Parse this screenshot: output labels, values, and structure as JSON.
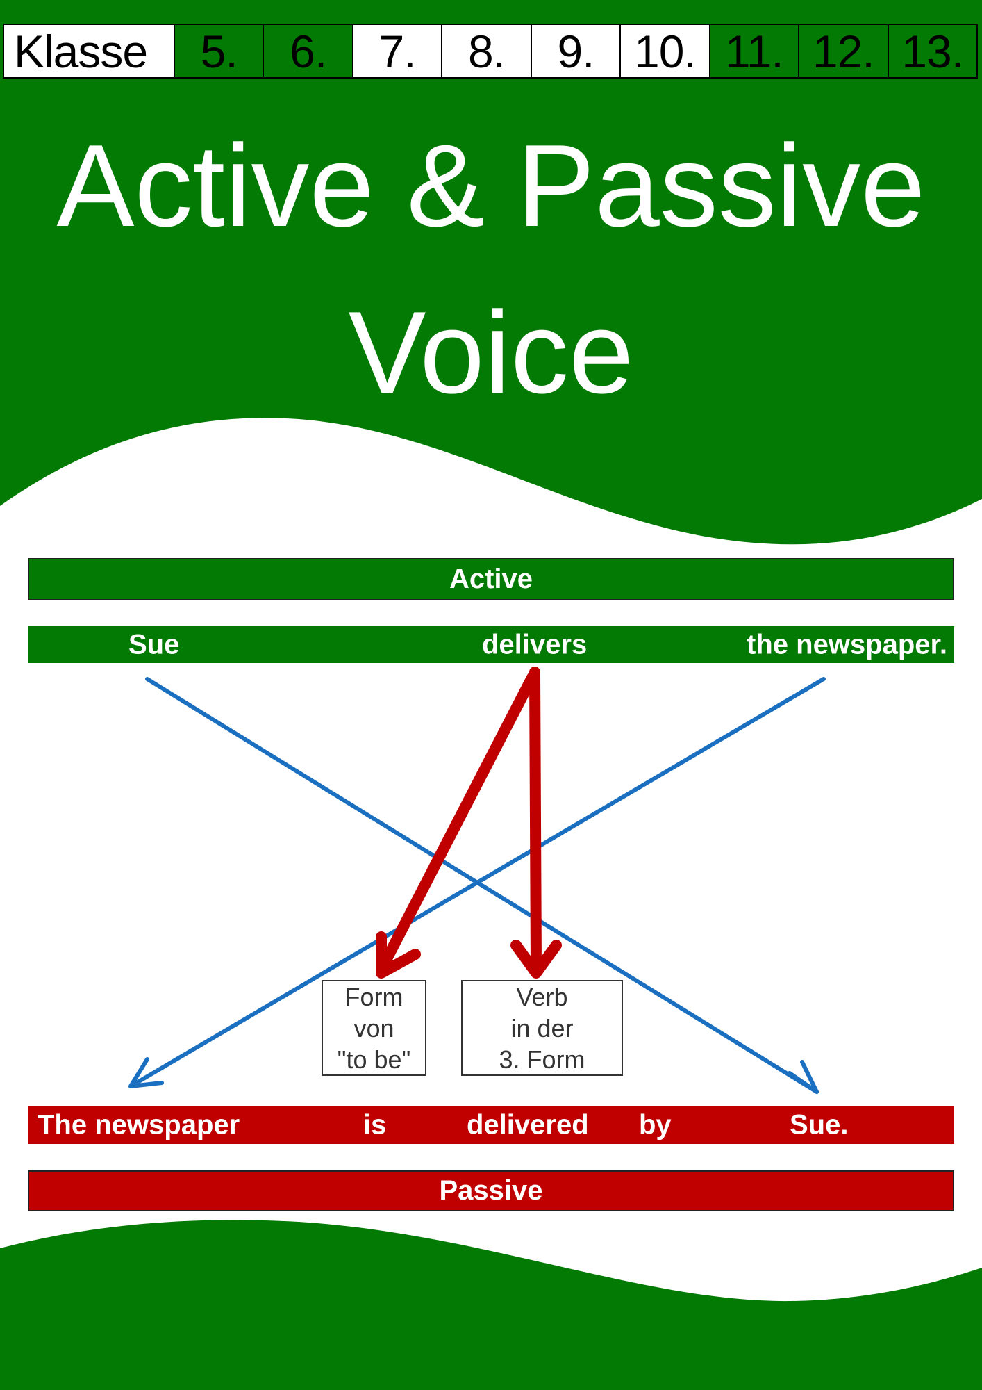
{
  "grade_strip": {
    "label": "Klasse",
    "grades": [
      {
        "text": "5.",
        "highlight": false
      },
      {
        "text": "6.",
        "highlight": false
      },
      {
        "text": "7.",
        "highlight": true
      },
      {
        "text": "8.",
        "highlight": true
      },
      {
        "text": "9.",
        "highlight": true
      },
      {
        "text": "10.",
        "highlight": true
      },
      {
        "text": "11.",
        "highlight": false
      },
      {
        "text": "12.",
        "highlight": false
      },
      {
        "text": "13.",
        "highlight": false
      }
    ]
  },
  "title": {
    "line1": "Active & Passive",
    "line2": "Voice"
  },
  "active": {
    "header": "Active",
    "subject": "Sue",
    "verb": "delivers",
    "object": "the newspaper."
  },
  "boxes": {
    "form_to_be": [
      "Form",
      "von",
      "\"to be\""
    ],
    "verb_third_form": [
      "Verb",
      "in der",
      "3. Form"
    ]
  },
  "passive": {
    "subject": "The newspaper",
    "aux": "is",
    "participle": "delivered",
    "by": "by",
    "agent": "Sue.",
    "header": "Passive"
  },
  "colors": {
    "green": "#037a03",
    "red": "#c00000",
    "blue_arrow": "#1a6fc0",
    "red_arrow": "#c00000",
    "white": "#ffffff"
  }
}
